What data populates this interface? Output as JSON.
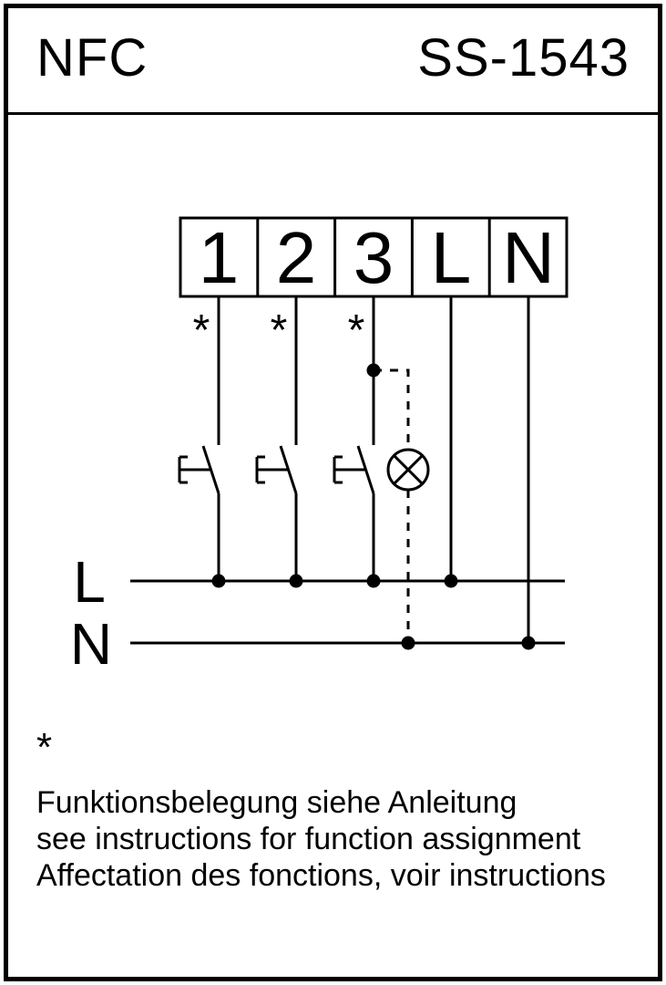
{
  "header": {
    "brand": "NFC",
    "model": "SS-1543"
  },
  "diagram": {
    "terminals": [
      "1",
      "2",
      "3",
      "L",
      "N"
    ],
    "terminal_footnote_marker": "*",
    "switch_icons": [
      "push-button-switch",
      "push-button-switch",
      "push-button-switch"
    ],
    "lamp_icon": "lamp-circle-cross-icon",
    "bus_labels": {
      "live": "L",
      "neutral": "N"
    }
  },
  "footnote": {
    "marker": "*",
    "lines": [
      "Funktionsbelegung siehe Anleitung",
      "see instructions for function assignment",
      "Affectation des fonctions, voir instructions"
    ]
  },
  "colors": {
    "ink": "#000000",
    "background": "#ffffff"
  }
}
